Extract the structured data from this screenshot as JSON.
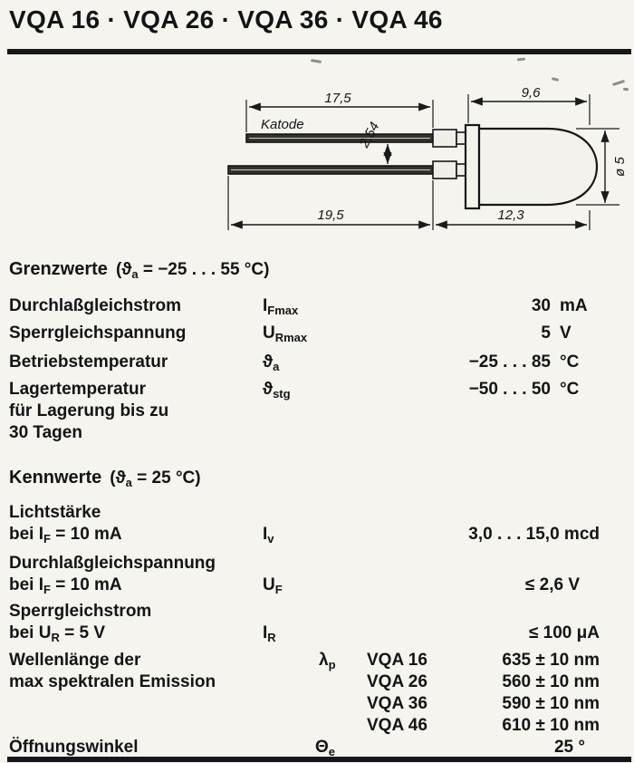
{
  "header": {
    "title": "VQA 16 · VQA 26 · VQA 36 · VQA 46"
  },
  "diagram": {
    "katode": "Katode",
    "dim_lead_top": "17,5",
    "dim_body_top": "9,6",
    "dim_pitch": "2,54",
    "dim_lead_bottom": "19,5",
    "dim_body_bottom": "12,3",
    "dim_diameter": "ø 5"
  },
  "grenzwerte": {
    "heading": "Grenzwerte",
    "cond_pre": "(ϑ",
    "cond_sub": "a",
    "cond_rest": " = −25 . . . 55 °C)",
    "rows": [
      {
        "label": "Durchlaßgleichstrom",
        "sym": "I",
        "sub": "Fmax",
        "value": "30",
        "unit": "mA"
      },
      {
        "label": "Sperrgleichspannung",
        "sym": "U",
        "sub": "Rmax",
        "value": "5",
        "unit": "V"
      },
      {
        "label": "Betriebstemperatur",
        "sym": "ϑ",
        "sub": "a",
        "value": "−25 . . . 85",
        "unit": "°C"
      },
      {
        "label": "Lagertemperatur",
        "label2": "für Lagerung bis zu",
        "label3": "30 Tagen",
        "sym": "ϑ",
        "sub": "stg",
        "value": "−50 . . . 50",
        "unit": "°C"
      }
    ]
  },
  "kennwerte": {
    "heading": "Kennwerte",
    "cond_pre": "(ϑ",
    "cond_sub": "a",
    "cond_rest": " = 25 °C)",
    "rows": [
      {
        "label1": "Lichtstärke",
        "l2_pre": "bei ",
        "l2_sym": "I",
        "l2_sub": "F",
        "l2_rest": " = 10 mA",
        "sym": "I",
        "sub": "v",
        "value": "3,0 . . . 15,0 mcd"
      },
      {
        "label1": "Durchlaßgleichspannung",
        "l2_pre": "bei ",
        "l2_sym": "I",
        "l2_sub": "F",
        "l2_rest": " = 10 mA",
        "sym": "U",
        "sub": "F",
        "value": "≤ 2,6 V"
      },
      {
        "label1": "Sperrgleichstrom",
        "l2_pre": "bei ",
        "l2_sym": "U",
        "l2_sub": "R",
        "l2_rest": " = 5 V",
        "sym": "I",
        "sub": "R",
        "value": "≤ 100 μA"
      }
    ],
    "wavelength": {
      "label1": "Wellenlänge der",
      "label2": "max spektralen Emission",
      "sym": "λ",
      "sub": "p",
      "variants": [
        {
          "name": "VQA 16",
          "value": "635 ± 10 nm"
        },
        {
          "name": "VQA 26",
          "value": "560 ± 10 nm"
        },
        {
          "name": "VQA 36",
          "value": "590 ± 10 nm"
        },
        {
          "name": "VQA 46",
          "value": "610 ± 10 nm"
        }
      ]
    },
    "angle": {
      "label": "Öffnungswinkel",
      "sym": "Θ",
      "sub": "e",
      "value": "25 °"
    }
  }
}
